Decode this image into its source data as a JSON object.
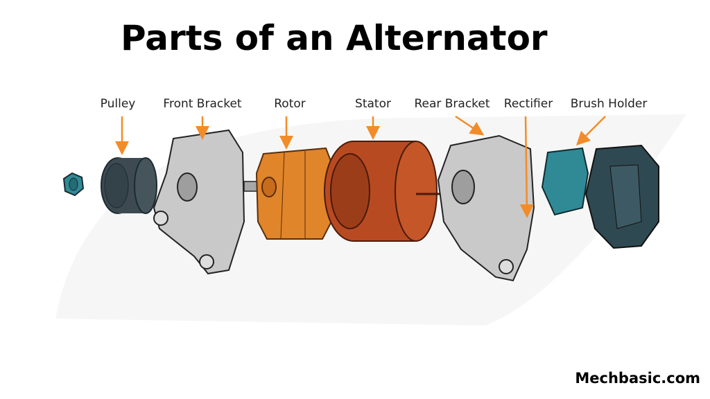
{
  "title": "Parts of an Alternator",
  "labels": {
    "pulley": "Pulley",
    "front_bracket": "Front Bracket",
    "rotor": "Rotor",
    "stator": "Stator",
    "rear_bracket": "Rear Bracket",
    "rectifier": "Rectifier",
    "brush_holder": "Brush Holder"
  },
  "brand": "Mechbasic.com",
  "colors": {
    "arrow": "#f28c28",
    "rotor": "#e0852a",
    "stator": "#b84a22",
    "bracket": "#c9c9c9",
    "pulley": "#3d4a52",
    "brush_holder": "#2f8a96",
    "rear_cover": "#2f4952"
  }
}
